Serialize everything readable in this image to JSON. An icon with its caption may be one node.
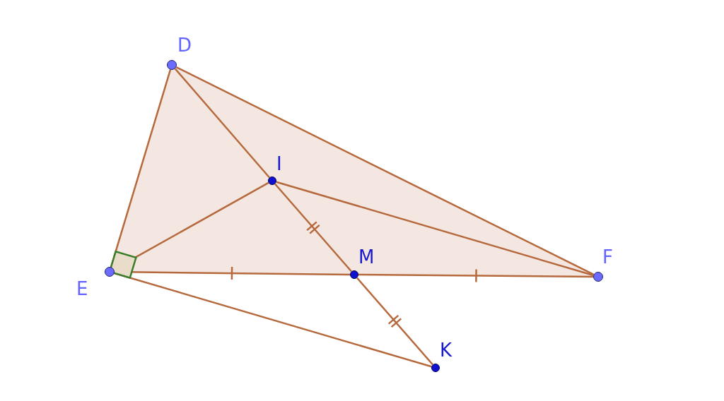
{
  "diagram": {
    "nodes": [
      {
        "text": [
          "D"
        ]
      },
      {
        "text": [
          "I"
        ]
      },
      {
        "text": [
          "M"
        ]
      },
      {
        "text": [
          "F"
        ]
      },
      {
        "text": [
          "E"
        ]
      },
      {
        "text": [
          "K"
        ]
      }
    ],
    "edges": [
      {
        "from": 0,
        "to": 4,
        "arrow": "none"
      },
      {
        "from": 0,
        "to": 3,
        "arrow": "none"
      },
      {
        "from": 0,
        "to": 1,
        "arrow": "none"
      },
      {
        "from": 1,
        "to": 2,
        "arrow": "none"
      },
      {
        "from": 2,
        "to": 5,
        "arrow": "none"
      },
      {
        "from": 4,
        "to": 1,
        "arrow": "none"
      },
      {
        "from": 1,
        "to": 3,
        "arrow": "none"
      },
      {
        "from": 4,
        "to": 2,
        "arrow": "none"
      },
      {
        "from": 2,
        "to": 3,
        "arrow": "none"
      },
      {
        "from": 4,
        "to": 5,
        "arrow": "none"
      }
    ]
  }
}
